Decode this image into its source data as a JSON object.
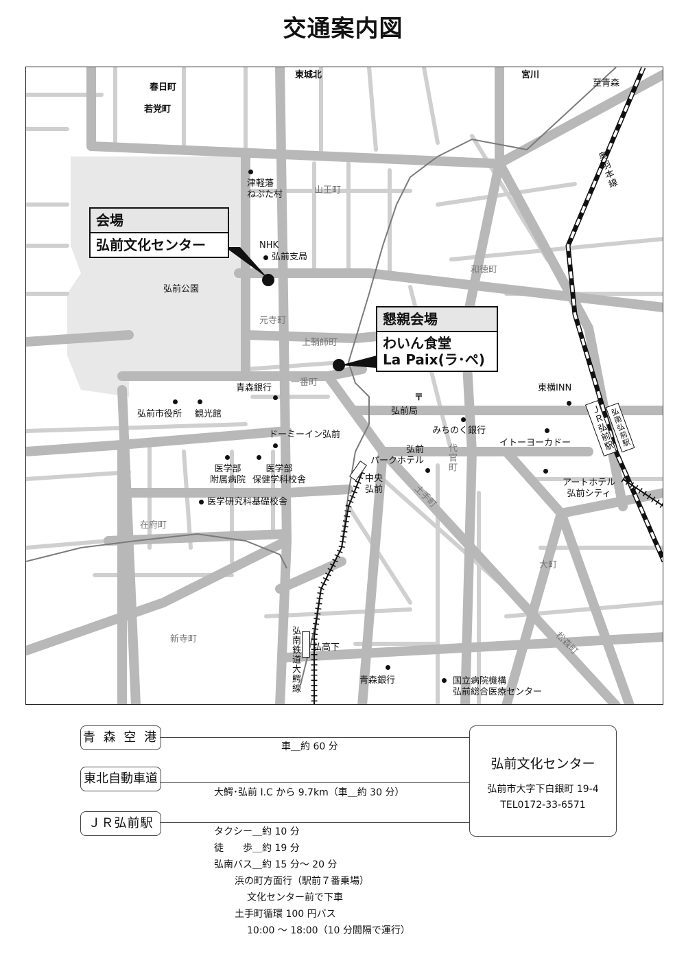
{
  "title": "交通案内図",
  "map": {
    "districts": {
      "kasugacho": "春日町",
      "wakatocho": "若党町",
      "higashijokita": "東城北",
      "miyakawa": "宮川",
      "itaru_aomori": "至青森",
      "sannocho": "山王町",
      "wadokucho": "和徳町",
      "motoderamachi": "元寺町",
      "kamisayashimachi": "上鞘師町",
      "ichibancho": "一番町",
      "daikancho": "代官町",
      "dotecho": "土手町",
      "zaifucho": "在府町",
      "omachi": "大町",
      "shinteramachi": "新寺町",
      "matsumoricho": "松森町"
    },
    "rail": {
      "ou_line": "奥羽本線",
      "konan_line": "弘南鉄道大鰐線"
    },
    "stations": {
      "jr_hirosaki": "ＪＲ弘前駅",
      "konan_hirosaki": "弘南弘前駅",
      "chuo_hirosaki": "中央\n弘前",
      "hirokoshita": "弘高下"
    },
    "landmarks": {
      "tsugaru_neputa": "津軽藩\nねぷた村",
      "nhk": "NHK",
      "nhk_branch": "弘前支局",
      "hirosaki_park": "弘前公園",
      "aomori_bank_1": "青森銀行",
      "city_hall": "弘前市役所",
      "kankokan": "観光館",
      "post_office_mark": "〒",
      "post_office": "弘前局",
      "michinoku_bank": "みちのく銀行",
      "toyoko_inn": "東横INN",
      "dormy_inn": "ドーミーイン弘前",
      "park_hotel": "弘前\nパークホテル",
      "ito_yokado": "イトーヨーカドー",
      "med_hospital": "医学部\n附属病院",
      "med_health": "医学部\n保健学科校舎",
      "med_research": "医学研究科基礎校舎",
      "art_hotel": "アートホテル\n弘前シティ",
      "aomori_bank_2": "青森銀行",
      "national_hospital": "国立病院機構\n弘前総合医療センター"
    },
    "venue": {
      "head": "会場",
      "name": "弘前文化センター"
    },
    "reception": {
      "head": "懇親会場",
      "name1": "わいん食堂",
      "name2": "La Paix(ラ･ペ)"
    }
  },
  "access": {
    "origins": [
      {
        "label": "青 森 空 港"
      },
      {
        "label": "東北自動車道"
      },
      {
        "label": "ＪＲ弘前駅"
      }
    ],
    "destination": {
      "name": "弘前文化センター",
      "address": "弘前市大字下白銀町 19-4",
      "tel": "TEL0172-33-6571"
    },
    "routes": {
      "airport": "車＿約 60 分",
      "expressway": "大鰐･弘前 I.C から 9.7km（車＿約 30 分）",
      "taxi": "タクシー＿約 10 分",
      "walk": "徒　　歩＿約 19 分",
      "bus": "弘南バス＿約 15 分～ 20 分",
      "bus_line1": "浜の町方面行（駅前７番乗場）",
      "bus_line2": "文化センター前で下車",
      "bus_line3": "土手町循環 100 円バス",
      "bus_line4": "10:00 ～ 18:00（10 分間隔で運行）"
    }
  }
}
